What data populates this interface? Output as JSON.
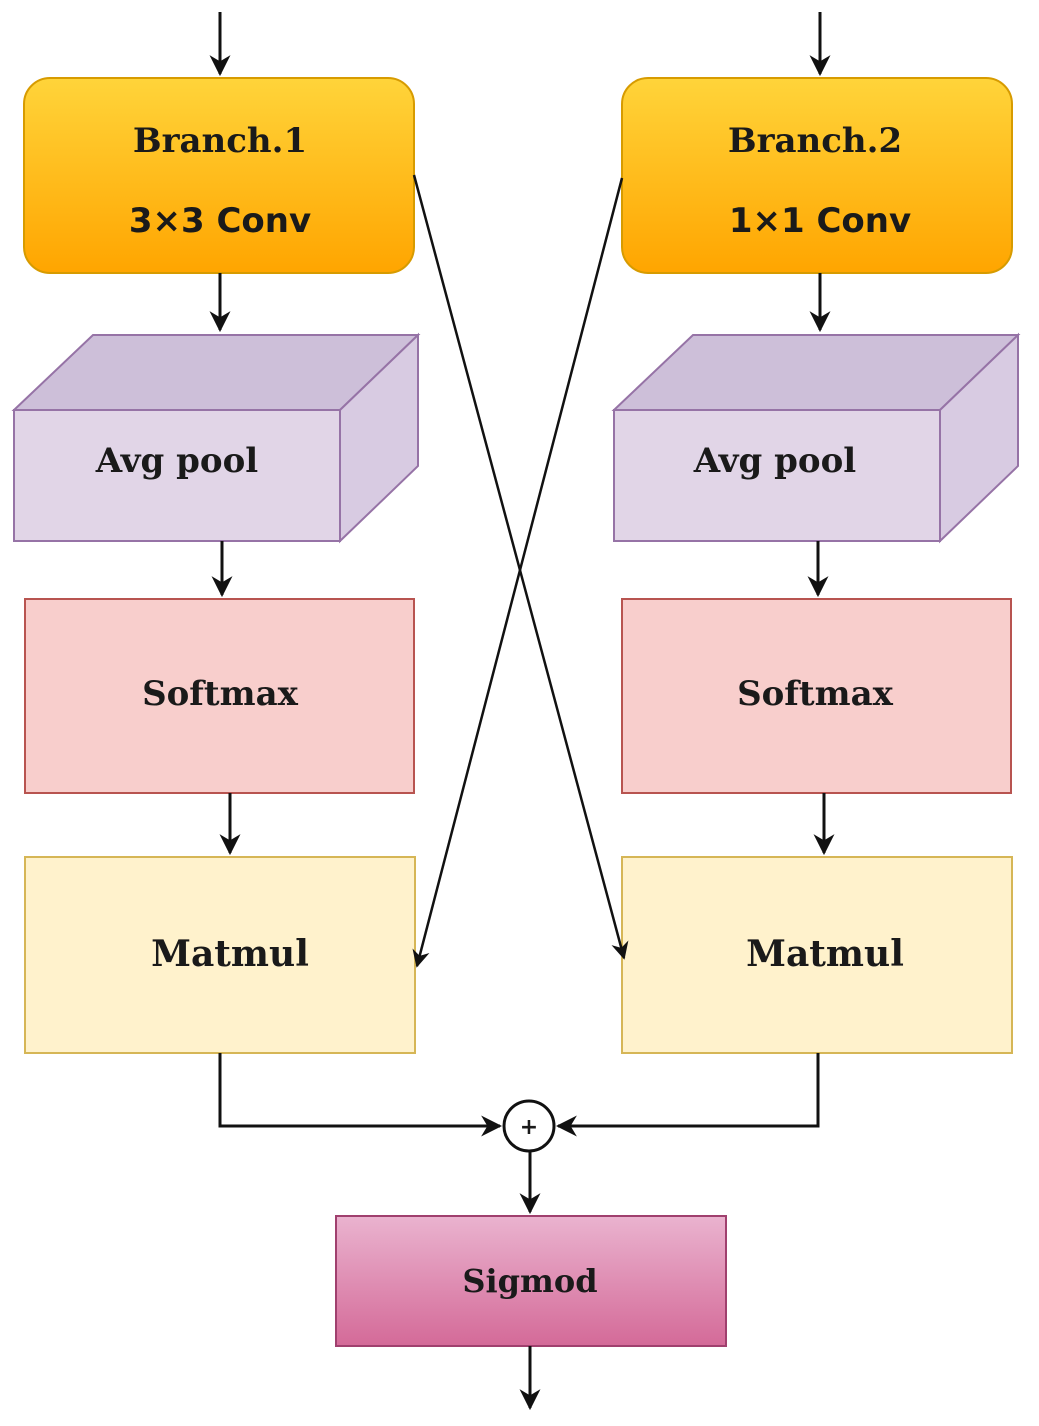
{
  "branch1": {
    "title": "Branch.1",
    "op": "3×3 Conv"
  },
  "branch2": {
    "title": "Branch.2",
    "op": "1×1 Conv"
  },
  "pool_left": "Avg pool",
  "pool_right": "Avg pool",
  "softmax_left": "Softmax",
  "softmax_right": "Softmax",
  "matmul_left": "Matmul",
  "matmul_right": "Matmul",
  "add_symbol": "+",
  "sigmoid": "Sigmod",
  "colors": {
    "conv_top": "#ffd43a",
    "conv_bottom": "#ffa500",
    "pool_front": "#e1d5e7",
    "pool_top": "#cdbfd9",
    "softmax": "#f8cecc",
    "matmul": "#fff2cc",
    "sigmoid_top": "#e6a0c4",
    "sigmoid_bottom": "#d46a98"
  }
}
